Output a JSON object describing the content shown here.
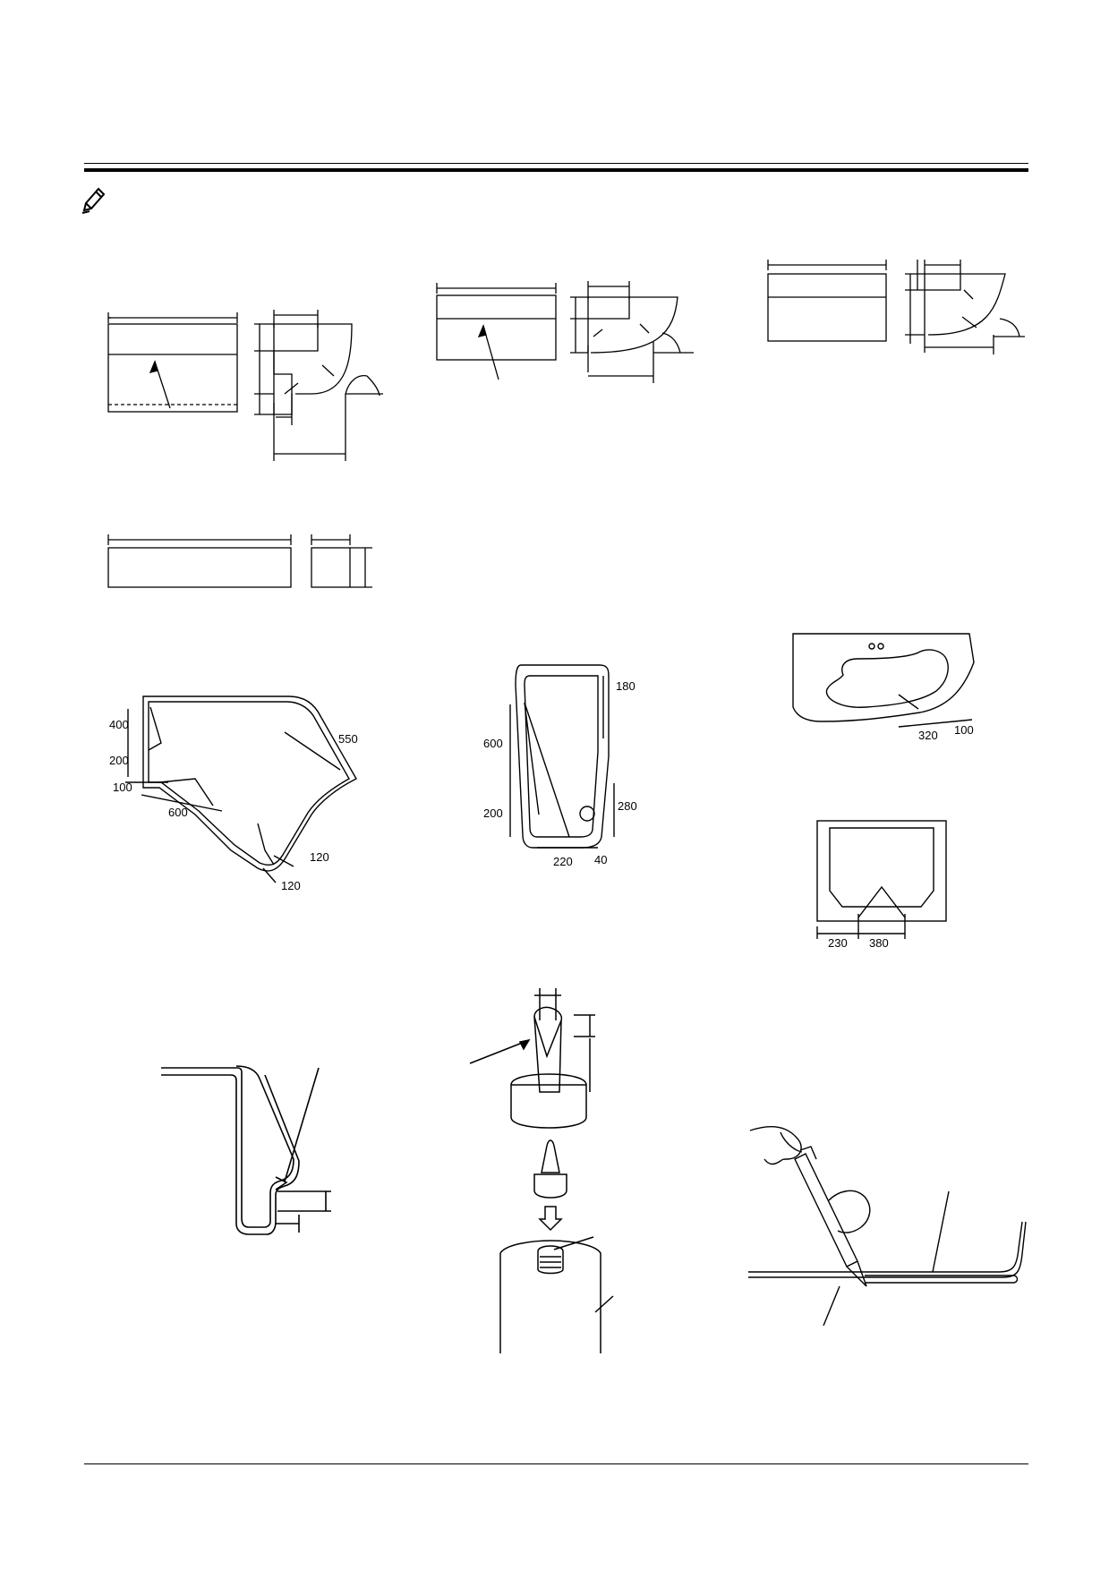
{
  "page": {
    "note_icon": "pencil-note-icon"
  },
  "figures": {
    "panel_fig_1": {},
    "panel_fig_2": {},
    "panel_fig_3": {},
    "strip_fig": {},
    "glass_left": {
      "dims": [
        "400",
        "200",
        "100",
        "600",
        "550",
        "120",
        "120"
      ]
    },
    "glass_mid": {
      "dims": [
        "180",
        "600",
        "200",
        "280",
        "220",
        "40"
      ]
    },
    "glass_right_top": {
      "dims": [
        "320",
        "100"
      ]
    },
    "glass_right_bottom": {
      "dims": [
        "230",
        "380"
      ]
    },
    "bead_section": {},
    "nozzle": {},
    "gun": {}
  },
  "colors": {
    "line": "#000000",
    "background": "#ffffff"
  }
}
